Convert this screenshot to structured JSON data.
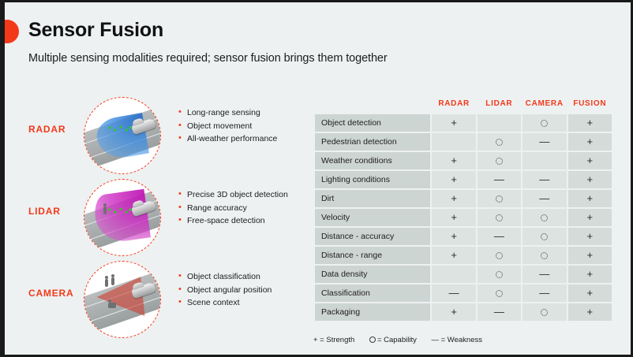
{
  "header": {
    "title": "Sensor Fusion",
    "subtitle": "Multiple sensing modalities required; sensor fusion brings them together",
    "accent_color": "#f4391a",
    "background_color": "#edf1f1"
  },
  "modalities": [
    {
      "label": "RADAR",
      "cone_color": "#2f7ed8",
      "bullets": [
        "Long-range sensing",
        "Object movement",
        "All-weather performance"
      ]
    },
    {
      "label": "LIDAR",
      "cone_color": "#cb22bd",
      "bullets": [
        "Precise 3D object detection",
        "Range accuracy",
        "Free-space detection"
      ]
    },
    {
      "label": "CAMERA",
      "cone_color": "#ce4034",
      "bullets": [
        "Object classification",
        "Object angular position",
        "Scene context"
      ]
    }
  ],
  "matrix": {
    "columns": [
      "RADAR",
      "LIDAR",
      "CAMERA",
      "FUSION"
    ],
    "rows": [
      {
        "label": "Object detection",
        "values": [
          "+",
          "",
          "O",
          "+"
        ]
      },
      {
        "label": "Pedestrian detection",
        "values": [
          "",
          "O",
          "-",
          "+"
        ]
      },
      {
        "label": "Weather conditions",
        "values": [
          "+",
          "O",
          "",
          "+"
        ]
      },
      {
        "label": "Lighting conditions",
        "values": [
          "+",
          "-",
          "-",
          "+"
        ]
      },
      {
        "label": "Dirt",
        "values": [
          "+",
          "O",
          "-",
          "+"
        ]
      },
      {
        "label": "Velocity",
        "values": [
          "+",
          "O",
          "O",
          "+"
        ]
      },
      {
        "label": "Distance - accuracy",
        "values": [
          "+",
          "-",
          "O",
          "+"
        ]
      },
      {
        "label": "Distance - range",
        "values": [
          "+",
          "O",
          "O",
          "+"
        ]
      },
      {
        "label": "Data density",
        "values": [
          "",
          "O",
          "-",
          "+"
        ]
      },
      {
        "label": "Classification",
        "values": [
          "-",
          "O",
          "-",
          "+"
        ]
      },
      {
        "label": "Packaging",
        "values": [
          "+",
          "-",
          "O",
          "+"
        ]
      }
    ],
    "legend": {
      "strength": "+ = Strength",
      "capability": "= Capability",
      "weakness": "— = Weakness"
    }
  }
}
